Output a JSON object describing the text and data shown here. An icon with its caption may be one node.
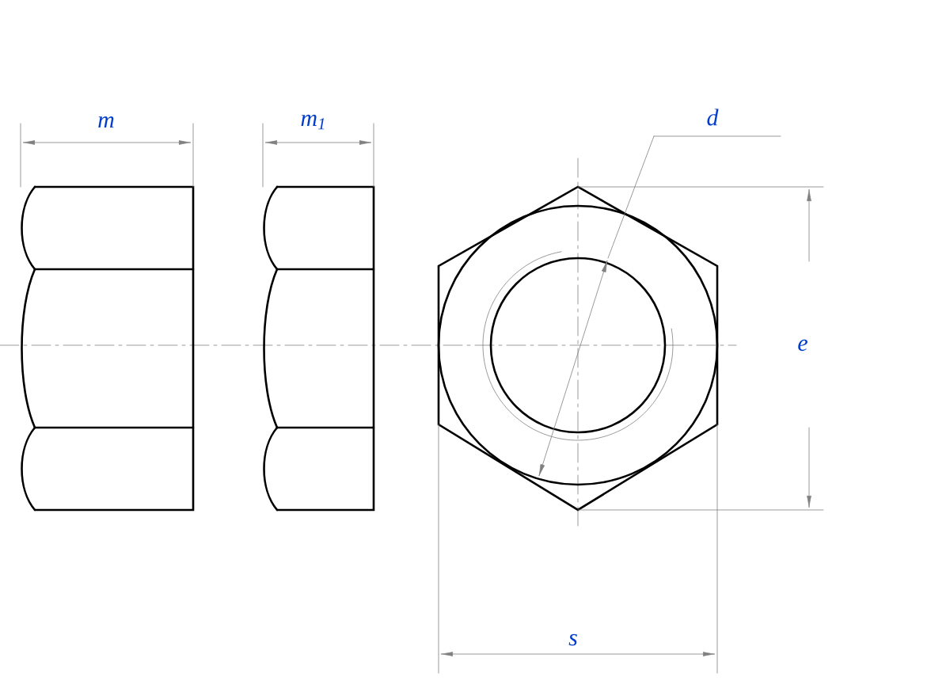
{
  "diagram": {
    "labels": [
      "m",
      "m$_{1}$",
      "d",
      "e",
      "s"
    ]
  }
}
